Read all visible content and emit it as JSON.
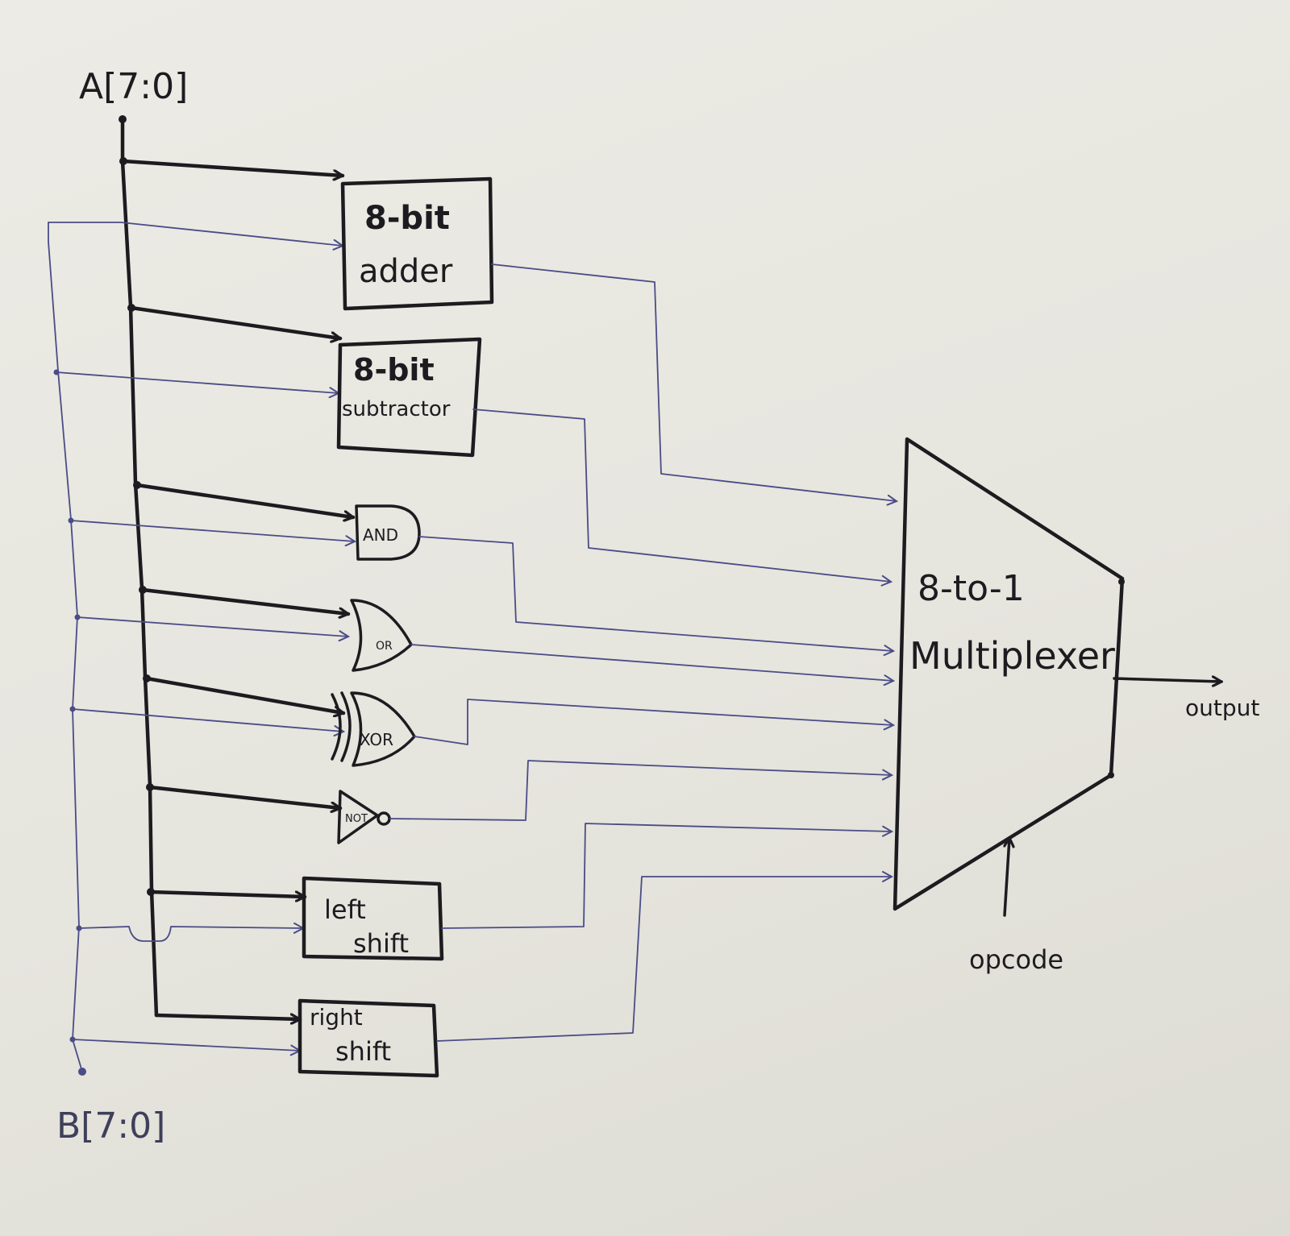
{
  "inputs": {
    "a_label": "A[7:0]",
    "b_label": "B[7:0]"
  },
  "blocks": {
    "adder": [
      "8-bit",
      "adder"
    ],
    "subtractor": [
      "8-bit",
      "subtractor"
    ],
    "and_gate": "AND",
    "or_gate": "OR",
    "xor_gate": "XOR",
    "not_gate": "NOT",
    "left_shift": [
      "left",
      "shift"
    ],
    "right_shift": [
      "right",
      "shift"
    ]
  },
  "mux": {
    "label_line1": "8-to-1",
    "label_line2": "Multiplexer"
  },
  "select_label": "opcode",
  "output_label": "output",
  "colors": {
    "ink": "#1c1c20",
    "blue_ink": "#4a4c86",
    "paper": "#e9e8e1"
  }
}
